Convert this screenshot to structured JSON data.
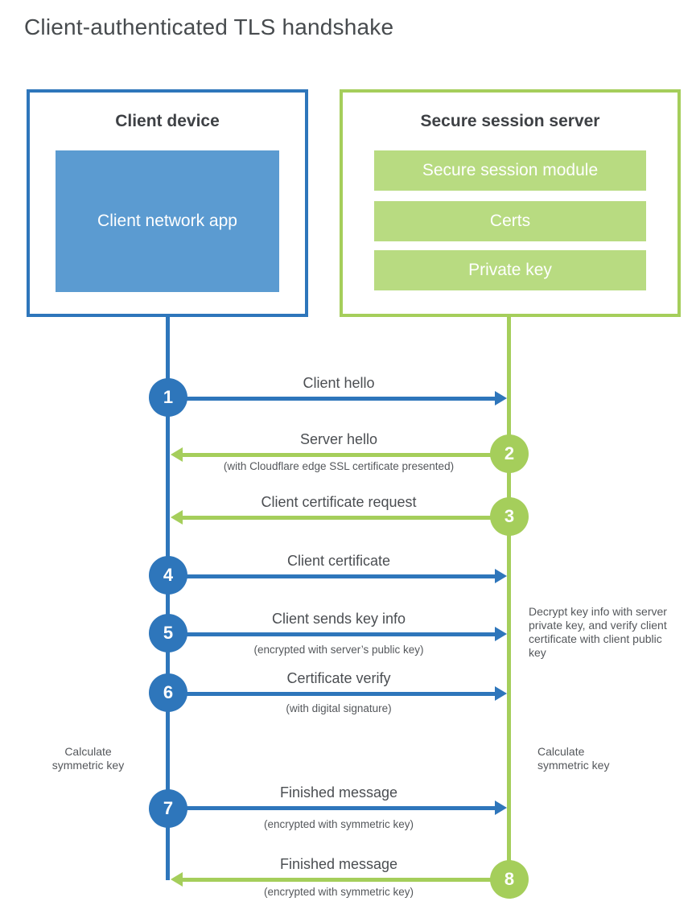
{
  "title": "Client-authenticated TLS handshake",
  "colors": {
    "blue": "#2e76bb",
    "blue_light": "#5b9bd1",
    "green": "#a5ce5b",
    "green_light": "#b8db81"
  },
  "client_box": {
    "title": "Client device",
    "app_label": "Client network app"
  },
  "server_box": {
    "title": "Secure session server",
    "modules": [
      "Secure session module",
      "Certs",
      "Private key"
    ]
  },
  "steps": [
    {
      "num": "1",
      "label": "Client hello",
      "sub": "",
      "from": "client",
      "to": "server",
      "direction": "right",
      "color": "blue"
    },
    {
      "num": "2",
      "label": "Server hello",
      "sub": "(with Cloudflare edge SSL certificate presented)",
      "from": "server",
      "to": "client",
      "direction": "left",
      "color": "green"
    },
    {
      "num": "3",
      "label": "Client certificate request",
      "sub": "",
      "from": "server",
      "to": "client",
      "direction": "left",
      "color": "green"
    },
    {
      "num": "4",
      "label": "Client certificate",
      "sub": "",
      "from": "client",
      "to": "server",
      "direction": "right",
      "color": "blue"
    },
    {
      "num": "5",
      "label": "Client sends key info",
      "sub": "(encrypted with server’s public key)",
      "from": "client",
      "to": "server",
      "direction": "right",
      "color": "blue"
    },
    {
      "num": "6",
      "label": "Certificate verify",
      "sub": "(with digital signature)",
      "from": "client",
      "to": "server",
      "direction": "right",
      "color": "blue"
    },
    {
      "num": "7",
      "label": "Finished message",
      "sub": "(encrypted with symmetric key)",
      "from": "client",
      "to": "server",
      "direction": "right",
      "color": "blue"
    },
    {
      "num": "8",
      "label": "Finished message",
      "sub": "(encrypted with symmetric key)",
      "from": "server",
      "to": "client",
      "direction": "left",
      "color": "green"
    }
  ],
  "annotations": {
    "decrypt_note": "Decrypt key info with server private key, and verify client certificate with client public key",
    "calc_left": "Calculate symmetric key",
    "calc_right": "Calculate symmetric key"
  }
}
